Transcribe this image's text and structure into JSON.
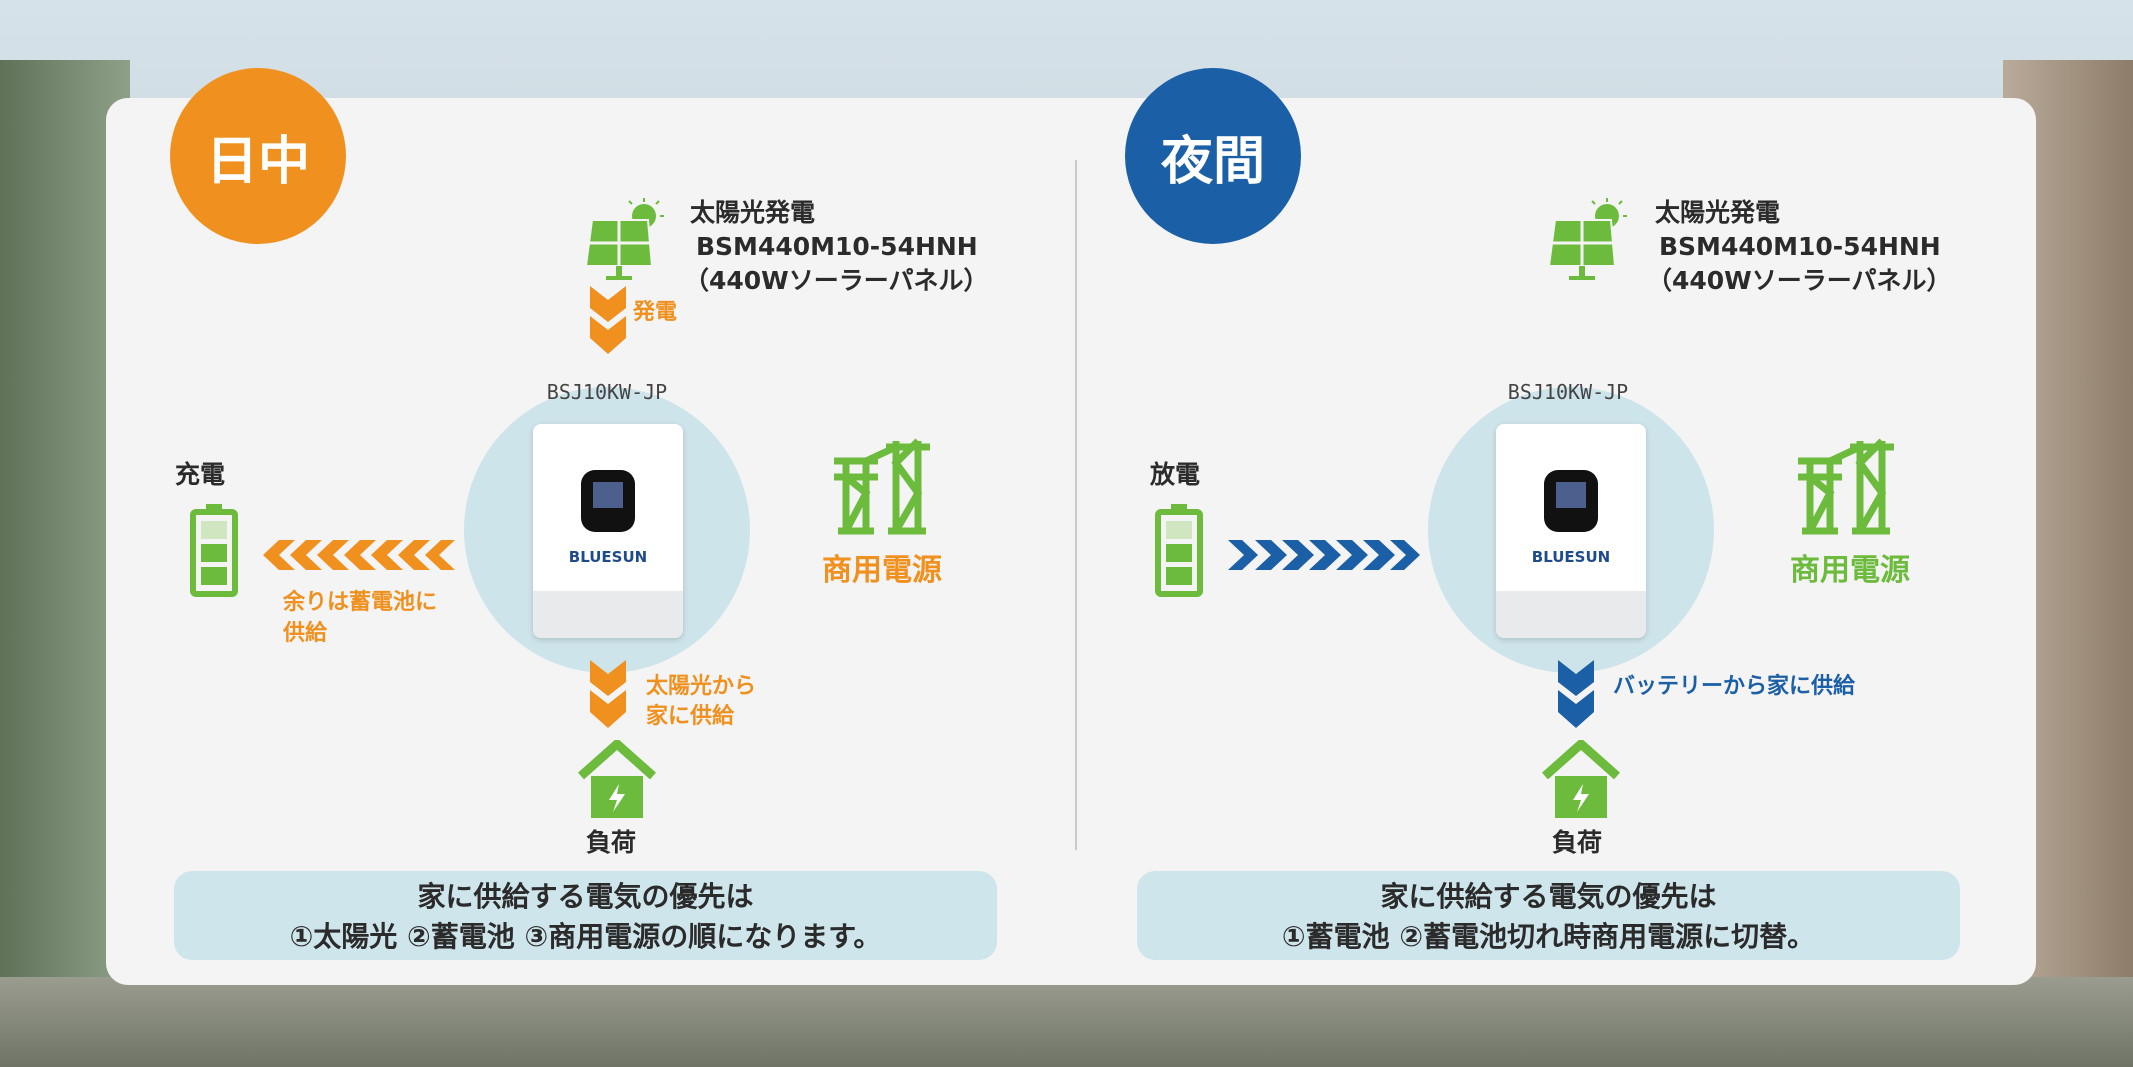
{
  "day": {
    "badge": "日中",
    "solar_title": "太陽光発電",
    "solar_model": "BSM440M10-54HNH",
    "solar_desc": "（440Wソーラーパネル）",
    "gen_label": "発電",
    "inverter_model": "BSJ10KW-JP",
    "brand": "BLUESUN",
    "battery_label": "充電",
    "battery_flow_1": "余りは蓄電池に",
    "battery_flow_2": "供給",
    "grid_label": "商用電源",
    "load_flow_1": "太陽光から",
    "load_flow_2": "家に供給",
    "load_label": "負荷",
    "priority_1": "家に供給する電気の優先は",
    "priority_2": "①太陽光 ②蓄電池 ③商用電源の順になります。"
  },
  "night": {
    "badge": "夜間",
    "solar_title": "太陽光発電",
    "solar_model": "BSM440M10-54HNH",
    "solar_desc": "（440Wソーラーパネル）",
    "inverter_model": "BSJ10KW-JP",
    "brand": "BLUESUN",
    "battery_label": "放電",
    "grid_label": "商用電源",
    "load_flow": "バッテリーから家に供給",
    "load_label": "負荷",
    "priority_1": "家に供給する電気の優先は",
    "priority_2": "①蓄電池 ②蓄電池切れ時商用電源に切替。"
  },
  "colors": {
    "orange": "#f0901e",
    "blue": "#1b5fa6",
    "green": "#6cbb3c"
  }
}
